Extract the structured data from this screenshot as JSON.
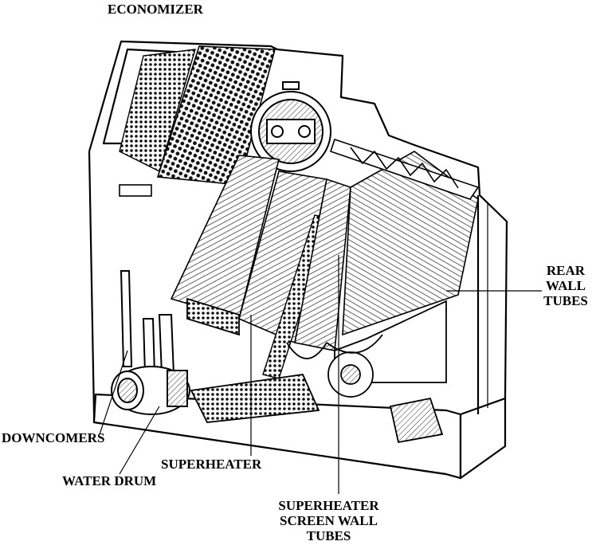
{
  "labels": {
    "economizer": "ECONOMIZER",
    "rear_wall_tubes": [
      "REAR",
      "WALL",
      "TUBES"
    ],
    "downcomers": "DOWNCOMERS",
    "superheater": "SUPERHEATER",
    "water_drum": "WATER DRUM",
    "superheater_screen_wall_tubes": [
      "SUPERHEATER",
      "SCREEN WALL",
      "TUBES"
    ]
  }
}
